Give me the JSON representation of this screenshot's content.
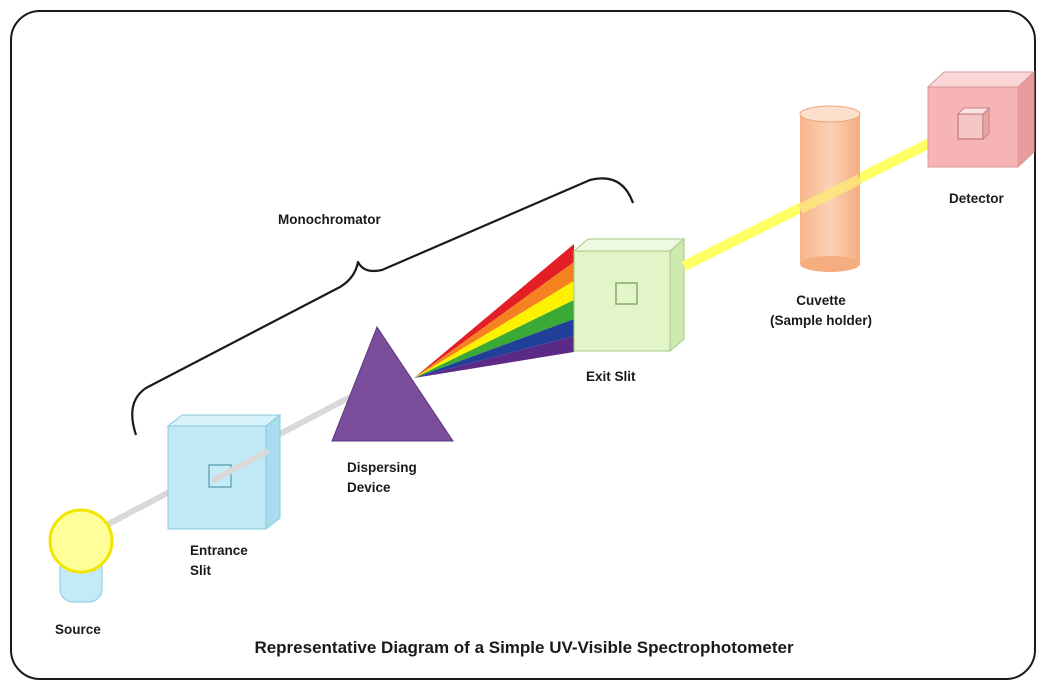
{
  "labels": {
    "source": "Source",
    "entrance_slit": "Entrance\nSlit",
    "dispersing_device": "Dispersing\nDevice",
    "monochromator": "Monochromator",
    "exit_slit": "Exit Slit",
    "cuvette": "Cuvette\n(Sample holder)",
    "detector": "Detector"
  },
  "title": "Representative Diagram of a Simple UV-Visible Spectrophotometer",
  "colors": {
    "source": "#ffff99",
    "entrance_slit": "#bfe9f5",
    "prism": "#7b4e9c",
    "exit_slit": "#e2f5c8",
    "cuvette": "#f9c8a6",
    "detector": "#f7b4b4",
    "beam_white": "#d9d9d9",
    "beam_yellow": "#ffff66"
  },
  "spectrum_colors": [
    "#e31e24",
    "#f58220",
    "#fff200",
    "#3aa935",
    "#1f3f99",
    "#5b2a86"
  ]
}
